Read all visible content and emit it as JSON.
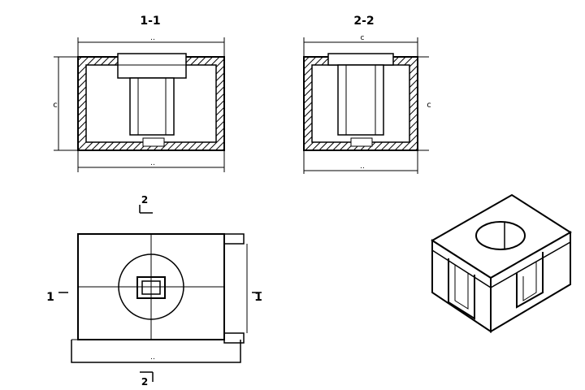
{
  "views": {
    "section_1": {
      "title": "1-1",
      "dim_top": "..",
      "dim_bottom": "..",
      "dim_left": "c"
    },
    "section_2": {
      "title": "2-2",
      "dim_top": "c",
      "dim_bottom": "..",
      "dim_right": "c"
    },
    "plan": {
      "marker_top": "2",
      "marker_bottom": "2",
      "marker_left": "1",
      "marker_right": "1",
      "dim_bottom": ".."
    }
  },
  "colors": {
    "line": "#000000",
    "background": "#ffffff",
    "hatch": "#000000"
  }
}
